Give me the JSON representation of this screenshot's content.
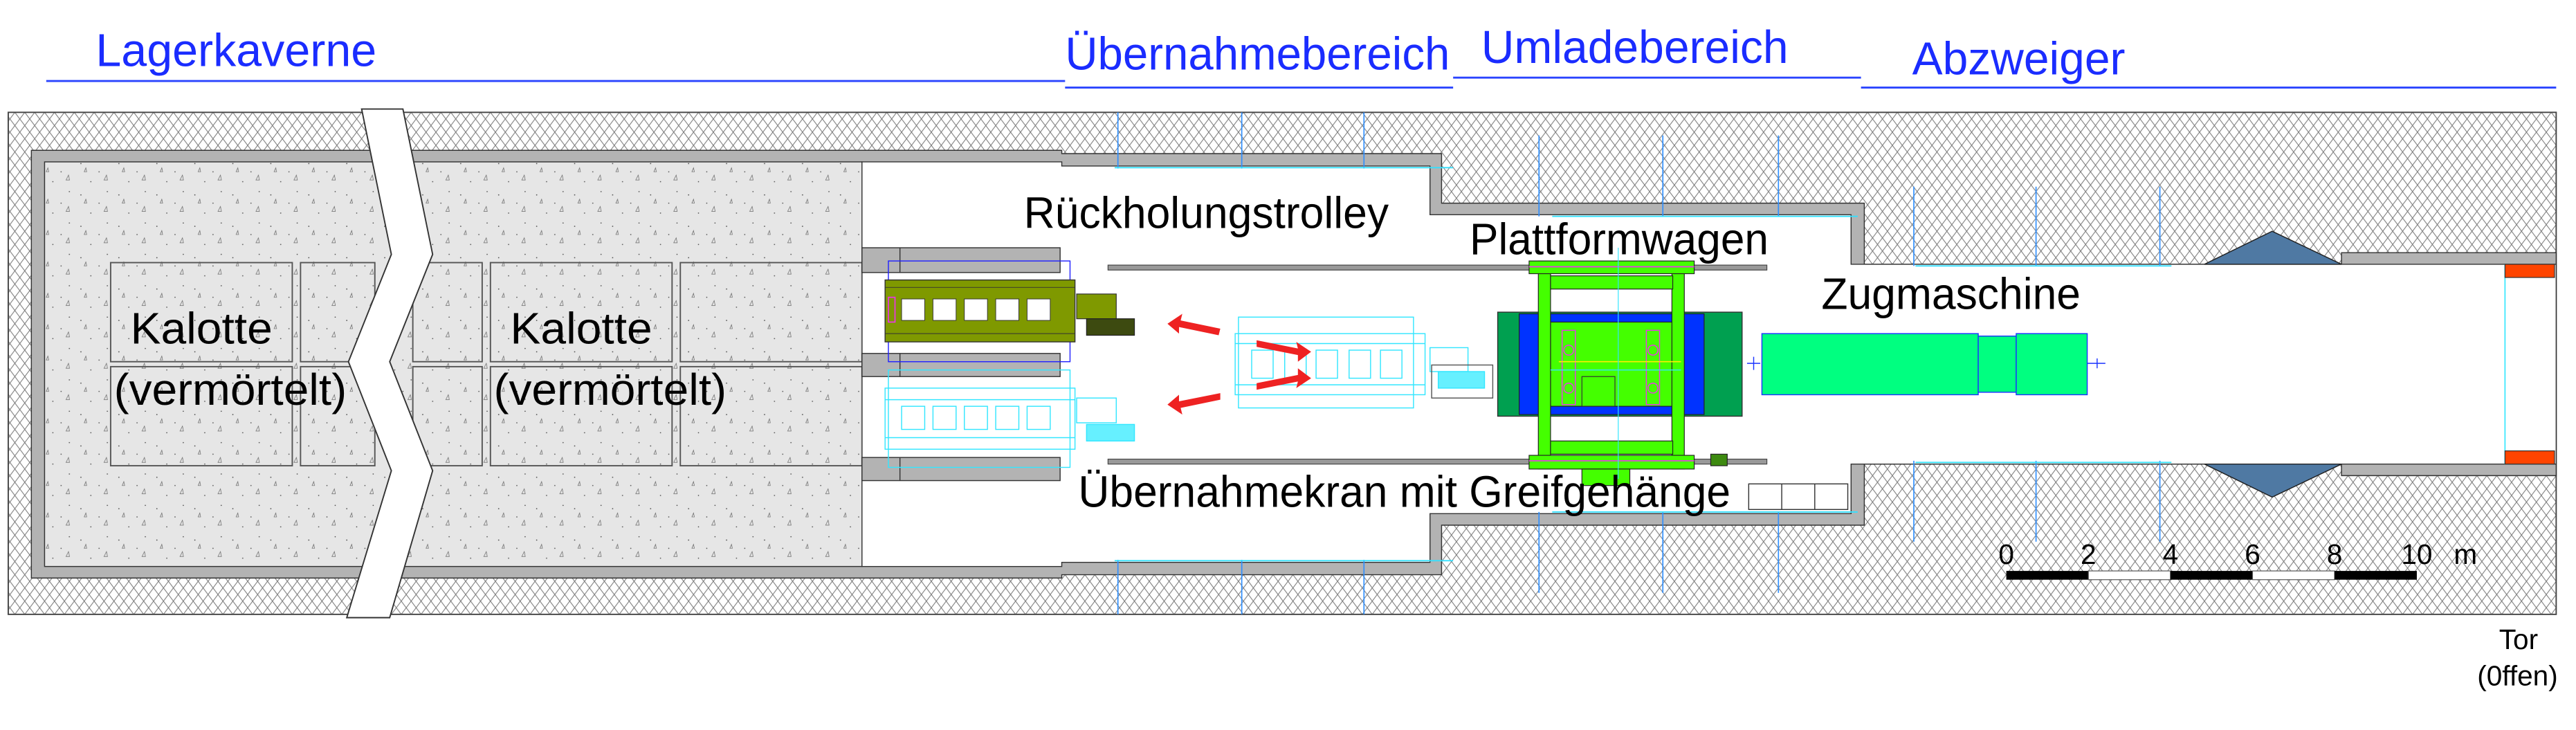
{
  "sections": {
    "lagerkaverne": "Lagerkaverne",
    "uebernahmebereich": "Übernahmebereich",
    "umladebereich": "Umladebereich",
    "abzweiger": "Abzweiger"
  },
  "labels": {
    "kalotte_left": "Kalotte",
    "vermoertelt_left": "(vermörtelt)",
    "kalotte_right": "Kalotte",
    "vermoertelt_right": "(vermörtelt)",
    "rueckholungstrolley": "Rückholungstrolley",
    "plattformwagen": "Plattformwagen",
    "uebernahmekran": "Übernahmekran mit Greifgehänge",
    "zugmaschine": "Zugmaschine"
  },
  "scale_bar": {
    "ticks": [
      "0",
      "2",
      "4",
      "6",
      "8",
      "10"
    ],
    "unit": "m"
  },
  "gate": {
    "line1": "Tor",
    "line2": "(0ffen)"
  },
  "colors": {
    "section_text": "#1a2cff",
    "trolley": "#7f9900",
    "platform_frame": "#44ff00",
    "platform_base": "#00a050",
    "tractor": "#00ff80",
    "arrows": "#ee2222",
    "gate": "#ff4400",
    "wedge": "#4f79a3"
  }
}
